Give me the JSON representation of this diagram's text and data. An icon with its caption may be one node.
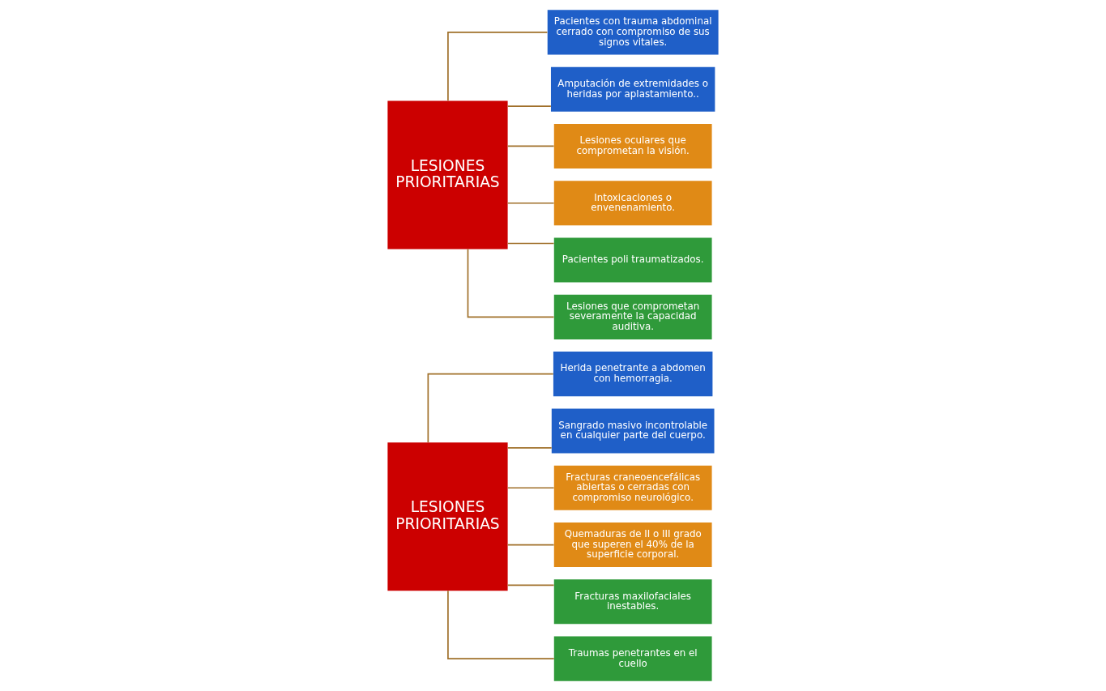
{
  "diagram": {
    "nodes": [
      {
        "text": [
          "LESIONES PRIORITARIAS"
        ]
      },
      {
        "text": [
          "Herida penetrante a abdomen con hemorragia."
        ]
      },
      {
        "text": [
          "Sangrado masivo incontrolable en cualquier parte del cuerpo."
        ]
      },
      {
        "text": [
          "Fracturas craneoencefálicas abiertas o cerradas con compromiso neurológico."
        ]
      },
      {
        "text": [
          "Quemaduras de II o III grado que superen el 40% de la superficie corporal."
        ]
      },
      {
        "text": [
          "Fracturas maxilofaciales inestables."
        ]
      },
      {
        "text": [
          "Traumas penetrantes en el cuello"
        ]
      },
      {
        "text": [
          "LESIONES PRIORITARIAS"
        ]
      },
      {
        "text": [
          "Pacientes con trauma abdominal cerrado con compromiso de sus signos vitales."
        ]
      },
      {
        "text": [
          "Amputación de extremidades o heridas por aplastamiento.."
        ]
      },
      {
        "text": [
          "Lesiones oculares que comprometan la visión."
        ]
      },
      {
        "text": [
          "Intoxicaciones o envenenamiento."
        ]
      },
      {
        "text": [
          "Pacientes poli traumatizados."
        ]
      },
      {
        "text": [
          "Lesiones que comprometan severamente la capacidad auditiva."
        ]
      }
    ],
    "edges": [
      {
        "from": 0,
        "to": 1,
        "arrow": "none"
      },
      {
        "from": 0,
        "to": 2,
        "arrow": "none"
      },
      {
        "from": 0,
        "to": 3,
        "arrow": "none"
      },
      {
        "from": 0,
        "to": 4,
        "arrow": "none"
      },
      {
        "from": 0,
        "to": 5,
        "arrow": "none"
      },
      {
        "from": 0,
        "to": 6,
        "arrow": "none"
      },
      {
        "from": 7,
        "to": 8,
        "arrow": "none"
      },
      {
        "from": 7,
        "to": 9,
        "arrow": "none"
      },
      {
        "from": 7,
        "to": 10,
        "arrow": "none"
      },
      {
        "from": 7,
        "to": 11,
        "arrow": "none"
      },
      {
        "from": 7,
        "to": 12,
        "arrow": "none"
      },
      {
        "from": 7,
        "to": 13,
        "arrow": "none"
      }
    ]
  }
}
